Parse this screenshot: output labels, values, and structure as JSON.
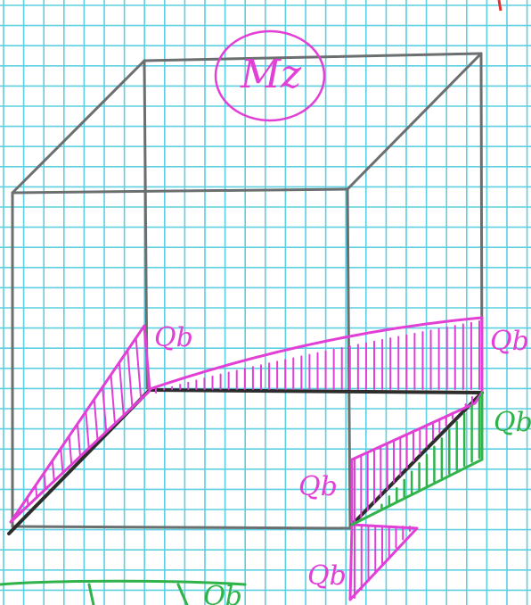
{
  "diagram": {
    "title": "Mz",
    "labels": {
      "left_diagonal": "Qb",
      "back_beam_right": "Qb",
      "right_side_green": "Qb",
      "front_right_mid": "Qb",
      "front_right_bottom": "Qb",
      "bottom_fragment": "Qb"
    },
    "colors": {
      "paper": "#ffffff",
      "grid": "#5ccfe0",
      "frame": "#6b6f70",
      "magenta": "#e23fd6",
      "green": "#2fb34a",
      "dark": "#2d2d2d",
      "red_mark": "#e23030"
    }
  }
}
